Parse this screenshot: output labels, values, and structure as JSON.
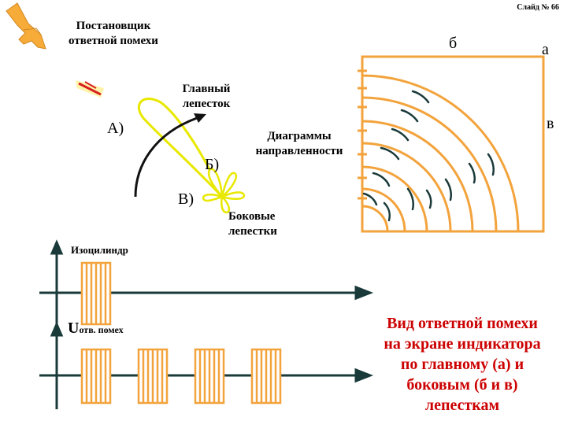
{
  "slide": {
    "number_label": "Слайд № 66"
  },
  "top_diagram": {
    "jammer_label": [
      "Постановщик",
      "ответной помехи"
    ],
    "main_lobe_label": [
      "Главный",
      "лепесток"
    ],
    "pattern_label": [
      "Диаграммы",
      "направленности"
    ],
    "side_lobes_label": [
      "Боковые",
      "лепестки"
    ],
    "point_a": "А)",
    "point_b": "Б)",
    "point_v": "В)"
  },
  "indicator": {
    "label_b": "б",
    "label_a": "а",
    "label_v": "в"
  },
  "timeline": {
    "isocylinder_label": "Изоцилиндр",
    "u_symbol": "U",
    "u_subscript": "отв. помех",
    "upper_pulse_count": 1,
    "lower_pulse_count": 4
  },
  "caption": {
    "lines": [
      "Вид ответной помехи",
      "на экране индикатора",
      "по главному (а) и",
      "боковым (б и в)",
      "лепесткам"
    ]
  },
  "colors": {
    "orange": "#f3a33c",
    "red_text": "#cc0000",
    "dark": "#1a3a3a",
    "lobe_yellow": "#e8e800",
    "jammer_fill": "#f7ab38"
  }
}
